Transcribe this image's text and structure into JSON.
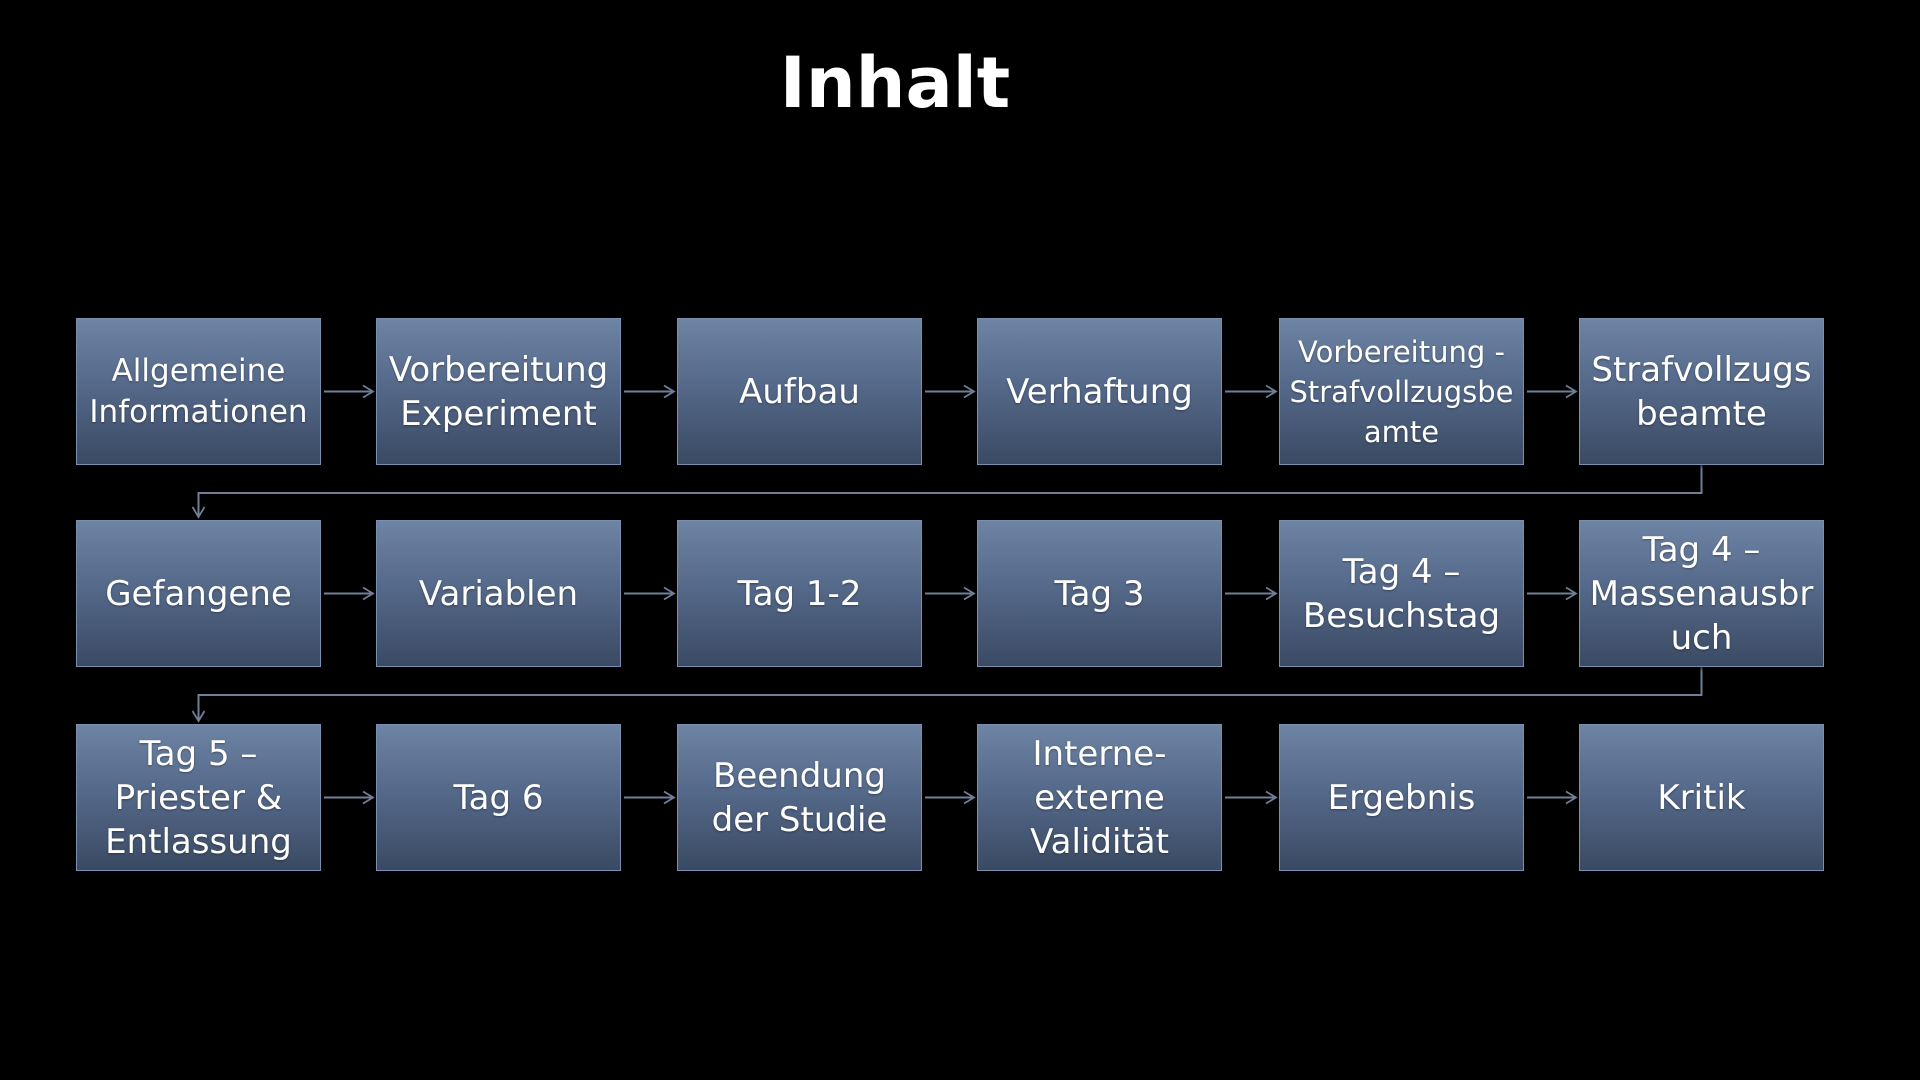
{
  "title": "Inhalt",
  "flow": {
    "rows": [
      {
        "boxes": [
          {
            "label": "Allgemeine\nInformationen"
          },
          {
            "label": "Vorbereitung\nExperiment"
          },
          {
            "label": "Aufbau"
          },
          {
            "label": "Verhaftung"
          },
          {
            "label": "Vorbereitung -\nStrafvollzugsbe\namte"
          },
          {
            "label": "Strafvollzugs\nbeamte"
          }
        ]
      },
      {
        "boxes": [
          {
            "label": "Gefangene"
          },
          {
            "label": "Variablen"
          },
          {
            "label": "Tag 1-2"
          },
          {
            "label": "Tag 3"
          },
          {
            "label": "Tag 4 –\nBesuchstag"
          },
          {
            "label": "Tag 4 –\nMassenausbr\nuch"
          }
        ]
      },
      {
        "boxes": [
          {
            "label": "Tag 5 –\nPriester &\nEntlassung"
          },
          {
            "label": "Tag 6"
          },
          {
            "label": "Beendung\nder Studie"
          },
          {
            "label": "Interne-\nexterne\nValidität"
          },
          {
            "label": "Ergebnis"
          },
          {
            "label": "Kritik"
          }
        ]
      }
    ]
  },
  "colors": {
    "background": "#000000",
    "box_top": "#6e84a4",
    "box_bottom": "#3a4a63",
    "connector": "#6f7f96",
    "text": "#ffffff"
  }
}
